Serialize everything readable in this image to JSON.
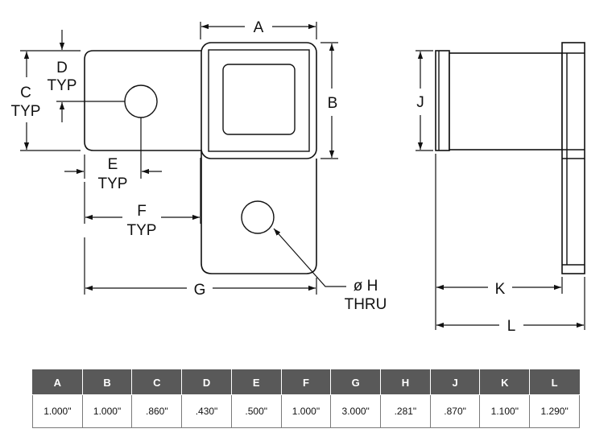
{
  "drawing": {
    "labels": {
      "a": "A",
      "b": "B",
      "c": "C",
      "c_typ": "TYP",
      "d": "D",
      "d_typ": "TYP",
      "e": "E",
      "e_typ": "TYP",
      "f": "F",
      "f_typ": "TYP",
      "g": "G",
      "h": "ø H",
      "h_thru": "THRU",
      "j": "J",
      "k": "K",
      "l": "L"
    }
  },
  "table": {
    "headers": [
      "A",
      "B",
      "C",
      "D",
      "E",
      "F",
      "G",
      "H",
      "J",
      "K",
      "L"
    ],
    "values": [
      "1.000\"",
      "1.000\"",
      ".860\"",
      ".430\"",
      ".500\"",
      "1.000\"",
      "3.000\"",
      ".281\"",
      ".870\"",
      "1.100\"",
      "1.290\""
    ]
  }
}
